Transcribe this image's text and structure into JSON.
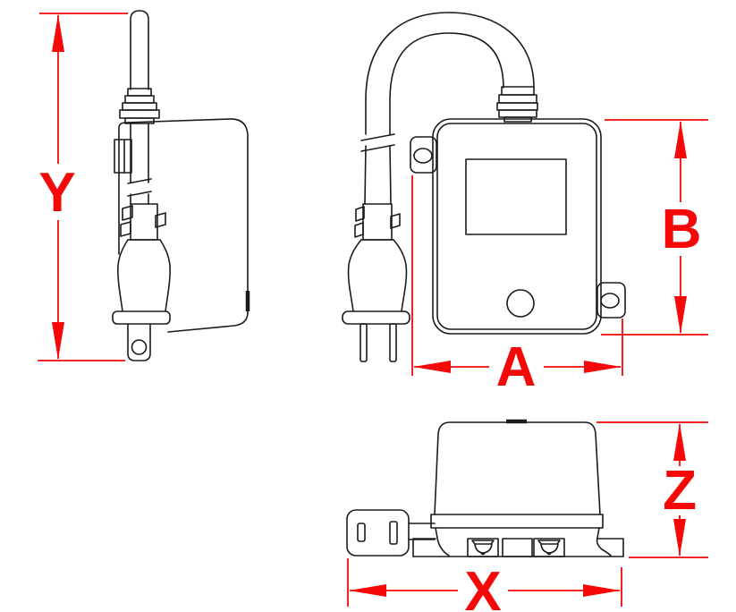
{
  "drawing": {
    "type": "technical-dimension-diagram",
    "subject": "plug-in light sensing timer control unit, three orthographic views",
    "colors": {
      "dimension": "#f50808",
      "line": "#1b1b1b",
      "background": "#ffffff"
    },
    "views": [
      {
        "name": "side-view",
        "position": "top-left"
      },
      {
        "name": "front-view",
        "position": "top-right"
      },
      {
        "name": "bottom-view",
        "position": "bottom"
      }
    ],
    "dimensions": {
      "y": {
        "label": "Y",
        "orientation": "vertical",
        "view": "side-view",
        "measures": "overall height from cord top to plug blade tip"
      },
      "b": {
        "label": "B",
        "orientation": "vertical",
        "view": "front-view",
        "measures": "body height"
      },
      "a": {
        "label": "A",
        "orientation": "horizontal",
        "view": "front-view",
        "measures": "body width including mounting ears"
      },
      "z": {
        "label": "Z",
        "orientation": "vertical",
        "view": "bottom-view",
        "measures": "body depth"
      },
      "x": {
        "label": "X",
        "orientation": "horizontal",
        "view": "bottom-view",
        "measures": "overall width including plug"
      }
    }
  }
}
